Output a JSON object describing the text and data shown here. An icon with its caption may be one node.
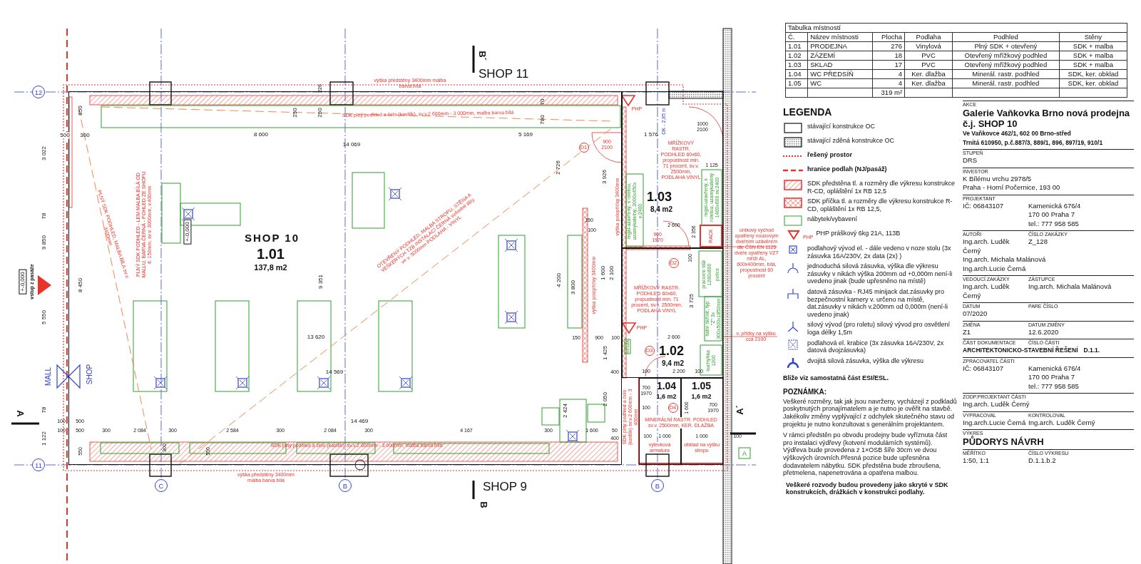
{
  "diagram": {
    "nodes": [
      {
        "text": [
          "SHOP 10",
          "1.01",
          "137,8 m2"
        ]
      },
      {
        "text": [
          "1.03",
          "8,4 m2"
        ]
      },
      {
        "text": [
          "1.02",
          "9,4 m2"
        ]
      },
      {
        "text": [
          "1.04",
          "1,6 m2"
        ]
      },
      {
        "text": [
          "1.05",
          "1,6 m2"
        ]
      },
      {
        "text": [
          "D1"
        ],
        "in": 0
      },
      {
        "text": [
          "D2"
        ],
        "in": 2
      },
      {
        "text": [
          "D3"
        ],
        "in": 2
      },
      {
        "text": [
          "D4"
        ],
        "in": 3
      },
      {
        "text": [
          "12"
        ]
      },
      {
        "text": [
          "11"
        ]
      },
      {
        "text": [
          "C"
        ]
      },
      {
        "text": [
          "B"
        ]
      },
      {
        "text": [
          "B"
        ]
      }
    ],
    "labels": [
      "B´",
      "SHOP 11",
      "výška předstěny 3400mm malba barva bílá",
      "226",
      "70",
      "850",
      "250",
      "250",
      "SDK plný podhled a čelo (kastlík), sv.v.2 600mm - 3 000mm, malba barva bílá",
      "PHP",
      "780",
      "OK - 2,85 m",
      "1000 2100",
      "500",
      "300",
      "8 600",
      "5 169",
      "1 576",
      "14 069",
      "900 2100",
      "3 022",
      "2 726",
      "MŘÍŽKOVÝ RASTR. PODHLED 60x60, propustnost min. 71 procent, sv.v. 2500mm, PODLAHA VINYL",
      "1 125",
      "3 926",
      "výška polopříčky 3400mm",
      "regál-uzavřený, s roletou, uzamykatelný, 2000x450x v.2400",
      "regál-uzavřený, s roletou, uzamykatelný 1400x600 sv.2400",
      "78",
      "150",
      "PLNÝ SDK PODHLED - LEM MALBA BÍLÁ OD MALLU, BARVA ČERNÁ - POHLED ZE SHOPU tl. 150mm, sv.v. 3000mm, v.400mm",
      "2 600",
      "PLNÝ SDK PODHLED, MALBA BÍLÁ sv.v. 3400mm",
      "+-0,000",
      "OTEVŘENÝ PODHLED, MALBA STROPU, STĚNA A VEŠKERÝCH TZB INSTALACÍ ČERNÁ světelné lišty ve v. 3000mm PODLAHA - VINYL",
      "100",
      "900 1970",
      "2 356",
      "RACK",
      "9 850",
      "únikový východ opatřený nouzovým dveřním uzávěrem dle ČSN EN 1125 dveře opatřeny VZT mříží AL, 600x400mm, bílá, propustnost 60 procent",
      "100",
      "1 600",
      "2 100",
      "pracovní stůl 1200x600",
      "police",
      "+-0,000",
      "vstup z pasáže",
      "8 450",
      "9 351",
      "4 200",
      "3 800",
      "výška polopříčky 3400mm",
      "MŘÍŽKOVÝ RASTR. PODHLED 60x60, propustnost min. 71 procent, sv.v. 2500mm, PODLAHA VINYL",
      "3 725",
      "5 550",
      "šatní skříně, typ \"Z\" 3x 300x500x1850mm",
      "PHP",
      "13 620",
      "150",
      "900",
      "100",
      "2 600",
      "v. příčky na výšku cca 2100",
      "věšák",
      "1 425",
      "kuchyňka 1200",
      "MALL",
      "SHOP",
      "14 569",
      "400",
      "100",
      "2 200",
      "100",
      "700 1970",
      "2 050",
      "A",
      "78",
      "2 424",
      "100",
      "1 600",
      "700 1970",
      "A´",
      "SDK plný podhled a čelo (kastlík) sv.v.2 600mm - 3 400mm",
      "100",
      "500",
      "14 469",
      "MINERÁLNÍ RASTR. PODHLED sv.v. 2500mm, KER. DLAŽBA",
      "100",
      "500",
      "300",
      "2 084",
      "300",
      "2 584",
      "300",
      "2 084",
      "300",
      "4 167",
      "300",
      "1 600",
      "50",
      "1 122",
      "400",
      "100",
      "1 000",
      "1 000",
      "100",
      "550",
      "300",
      "550",
      "SDK plný podhled a čelo (kastlík), sv.v.2 600mm - 3 000mm, malba barva bílá",
      "výlevková armatura",
      "obklad na výšku stropu",
      "A",
      "výška předstěny 3400mm malba barva bílá",
      "SHOP 9",
      "B",
      "Tabulka místností",
      "Č.",
      "Název místnosti",
      "Plocha",
      "Podlaha",
      "Podhled",
      "Stěny",
      "1.01",
      "PRODEJNA",
      "276",
      "Vinylová",
      "Plný SDK + otevřený",
      "SDK + malba",
      "1.02",
      "ZÁZEMÍ",
      "18",
      "PVC",
      "Otevřený mřížkový podhled",
      "SDK + malba",
      "1.03",
      "SKLAD",
      "17",
      "PVC",
      "Otevřený mřížkový podhled",
      "SDK + malba",
      "1.04",
      "WC PŘEDSÍŇ",
      "4",
      "Ker. dlažba",
      "Minerál. rastr. podhled",
      "SDK, ker. obklad",
      "1.05",
      "WC",
      "4",
      "Ker. dlažba",
      "Minerál. rastr. podhled",
      "SDK, ker. obklad",
      "319 m²",
      "LEGENDA",
      "PHP",
      "Bliže viz samostatná část ESI/ESL.",
      "POZNÁMKA:",
      "Veškeré rozměry, tak jak jsou navrženy, vycházejí z podkladů poskytnutých pronajímatelem a je nutno je ověřit na stavbě. Jakékoliv změny vyplývající z odchylek skutečného stavu od projektu je nutno konzultovat s generálním projektantem.",
      "V rámci předstěn po obvodu prodejny bude vyříznuta část pro instalaci výdřevy (kotvení modulárních systémů). Výdřeva bude provedena z 1×OSB šíře 30cm ve dvou výškových úrovních.Přesná pozice bude upřesněna dodavatelem nábytku. SDK předstěna bude zbroušena, přetmelena, napenetrována a opatřena malbou.",
      "Veškeré rozvody budou provedeny jako skryté v SDK konstrukcích, drážkách v konstrukci podlahy.",
      "AKCE",
      "Galerie Vaňkovka Brno nová prodejna č.j. SHOP 10",
      "Ve Vaňkovce 462/1, 602 00 Brno-střed",
      "Trnitá 610950, p.č.887/3, 889/1, 896, 897/19, 910/1",
      "STUPEŇ",
      "DRS",
      "INVESTOR",
      "K Bílému vrchu 2978/5",
      "Praha - Horní Počernice, 193 00",
      "PROJEKTANT",
      "IČ: 06843107",
      "Kamenická 676/4",
      "170 00 Praha 7",
      "tel.: 777 958 585",
      "AUTOŘI",
      "ČÍSLO ZAKÁZKY",
      "Ing.arch. Luděk Černý",
      "Z_128",
      "Ing.arch. Michala Malánová",
      "Ing.arch.Lucie Černá",
      "VEDOUCÍ ZAKÁZKY",
      "ZÁSTUPCE",
      "Ing.arch. Luděk Černý",
      "Ing.arch. Michala Malánová",
      "DATUM",
      "PARE ČÍSLO",
      "07/2020",
      "ZMĚNA",
      "DATUM ZMĚNY",
      "Z1",
      "12.6.2020",
      "ČÁST DOKUMENTACE",
      "ČÍSLO ČÁSTI",
      "ARCHITEKTONICKO-STAVEBNÍ ŘEŠENÍ",
      "D.1.1.",
      "ZPRACOVATEL ČÁSTI",
      "IČ: 06843107",
      "Kamenická 676/4",
      "170 00 Praha 7",
      "tel.: 777 958 585",
      "ZODP.PROJEKTANT ČÁSTI",
      "Ing.arch. Luděk Černý",
      "VYPRACOVAL",
      "KONTROLOVAL",
      "Ing.arch.Lucie Černá",
      "Ing.arch. Luděk Černý",
      "VÝKRES",
      "PŮDORYS NÁVRH",
      "MĚŘÍTKO",
      "ČÍSLO VÝKRESU",
      "1:50, 1:1",
      "D.1.1.b.2"
    ],
    "legend": [
      {
        "text": "stávající konstrukce OC"
      },
      {
        "text": "stávající zděná konstrukce OC"
      },
      {
        "text": "řešený prostor"
      },
      {
        "text": "hranice podlah (NJ/pasáž)"
      },
      {
        "text": "SDK předstěna tl. a rozměry dle výkresu konstrukce R-CD, opláštění 1x RB 12,5"
      },
      {
        "text": "SDK příčka tl. a rozměry dle výkresu konstrukce R-CD, opláštění 1x RB 12,5,"
      },
      {
        "text": "nábytek/vybavení"
      },
      {
        "text": "PHP práškový 6kg 21A, 113B"
      },
      {
        "text": "podlahový vývod el. - dále vedeno v noze stolu (3x zásuvka 16A/230V, 2x data (2x) )"
      },
      {
        "text": "jednoduchá silová zásuvka, výška dle výkresu zásuvky v nikách výška 200mm od +0,000m není-li uvedeno jinak (bude upřesněno na místě)"
      },
      {
        "text": "datová zásuvka - RJ45 minijack dat.zásuvky pro bezpečnostní kamery v. určeno na místě, dat.zásuvky v nikách v.200mm od 0,000m (není-li uvedeno jinak)"
      },
      {
        "text": "silový vývod (pro roletu) silový vývod pro osvětlení loga délky 1,5m"
      },
      {
        "text": "podlahová el. krabice (3x zásuvka 16A/230V, 2x datová dvojzásuvka)"
      },
      {
        "text": "dvojitá silová zásuvka, výška dle výkresu"
      }
    ]
  }
}
